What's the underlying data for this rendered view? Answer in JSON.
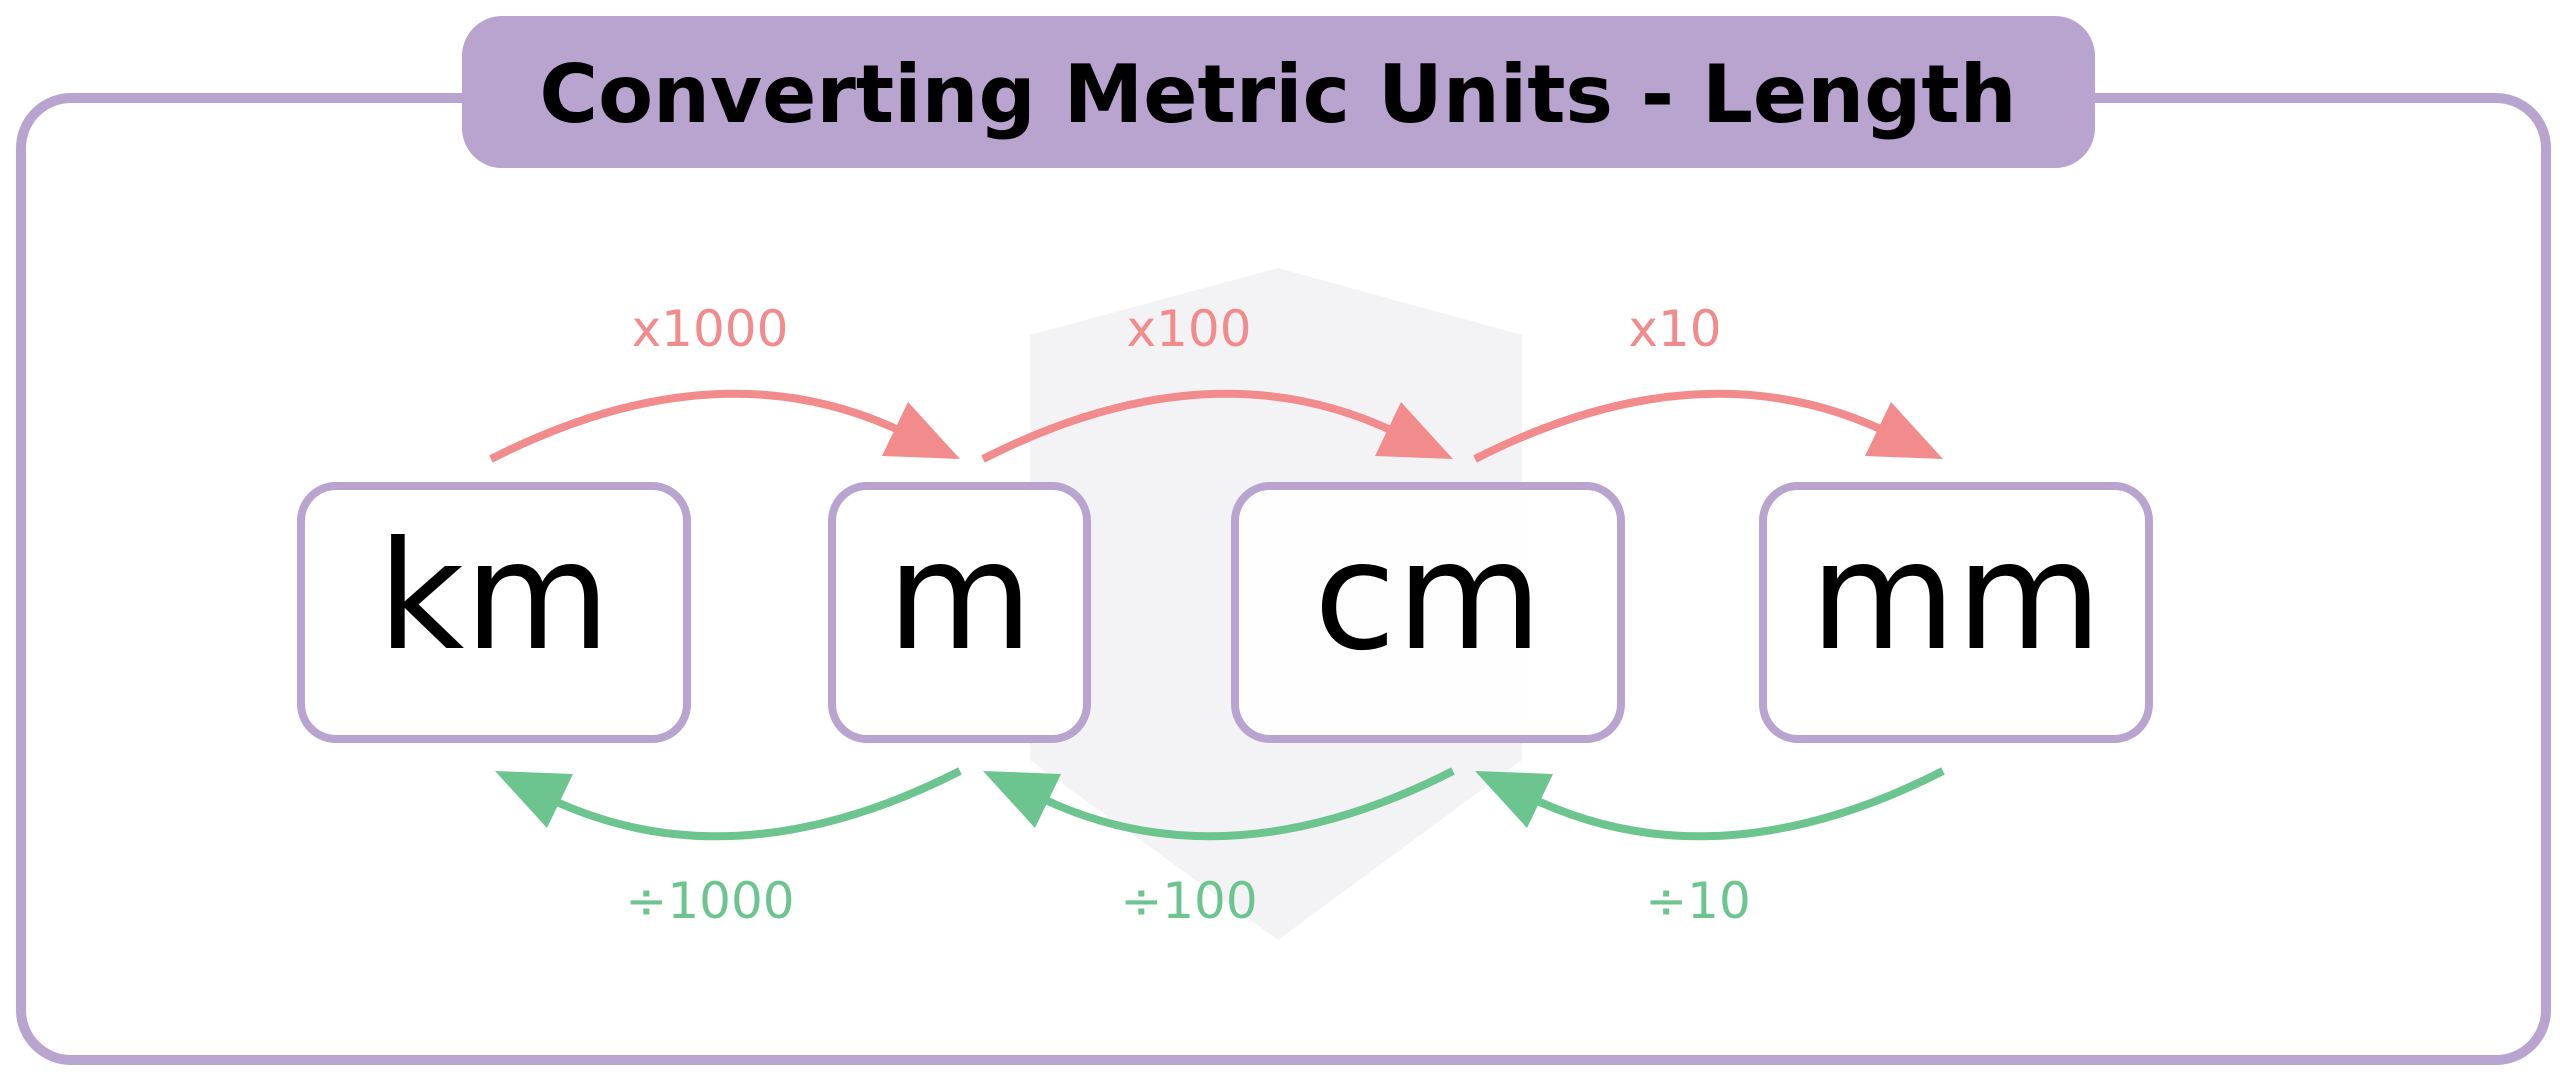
{
  "title": "Converting Metric Units - Length",
  "colors": {
    "frame": "#b9a3cf",
    "multiply": "#f28b8b",
    "divide": "#6cc48f",
    "watermark": "#f2f2f4"
  },
  "units": [
    "km",
    "m",
    "cm",
    "mm"
  ],
  "multiply_labels": [
    "x1000",
    "x100",
    "x10"
  ],
  "divide_labels": [
    "÷1000",
    "÷100",
    "÷10"
  ]
}
